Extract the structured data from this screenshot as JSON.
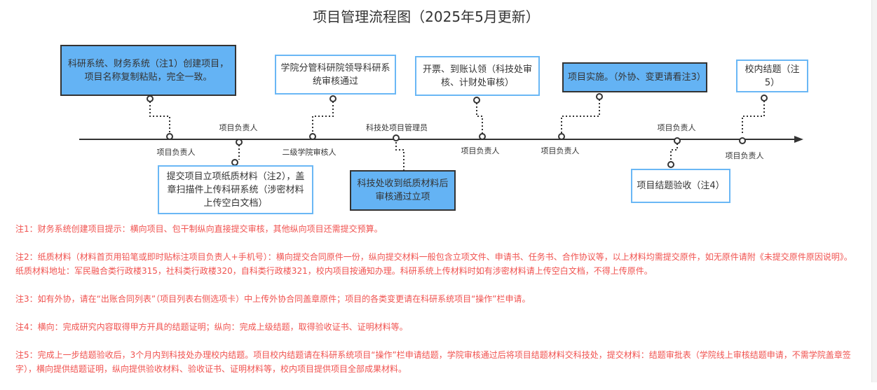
{
  "title": "项目管理流程图（2025年5月更新）",
  "boxes": {
    "create": "科研系统、财务系统（注1）创建项目，项目名称复制粘贴，完全一致。",
    "college": "学院分管科研院领导科研系统审核通过",
    "invoice": "开票、到账认领（科技处审核、计财处审核）",
    "implement": "项目实施。（外协、变更请看注3）",
    "close": "校内结题（注5）",
    "submit": "提交项目立项纸质材料（注2），盖章扫描件上传科研系统（涉密材料上传空白文档）",
    "approve": "科技处收到纸质材料后审核通过立项",
    "accept": "项目结题验收（注4）"
  },
  "roles": [
    "项目负责人",
    "项目负责人",
    "二级学院审核人",
    "科技处项目管理员",
    "项目负责人",
    "项目负责人",
    "项目负责人",
    "项目负责人"
  ],
  "notes": [
    "注1：财务系统创建项目提示：横向项目、包干制纵向直接提交审核，其他纵向项目还需提交预算。",
    "注2：纸质材料（材料首页用铅笔或即时贴标注项目负责人+手机号）：横向提交合同原件一份，纵向提交材料一般包含立项文件、申请书、任务书、合作协议等，以上材料均需提交原件，如无原件请附《未提交原件原因说明》。纸质材料地址：军民融合类行政楼315，社科类行政楼320，自科类行政楼321，校内项目按通知办理。科研系统上传材料时如有涉密材料请上传空白文档，不得上传原件。",
    "注3：如有外协，请在“出账合同列表”（项目列表右侧选项卡）中上传外协合同盖章原件；项目的各类变更请在科研系统项目“操作”栏申请。",
    "注4：横向：完成研究内容取得甲方开具的结题证明；纵向：完成上级结题，取得验收证书、证明材料等。",
    "注5：完成上一步结题验收后，3个月内到科技处办理校内结题。项目校内结题请在科研系统项目“操作”栏申请结题，学院审核通过后将项目结题材料交科技处，提交材料：结题审批表（学院线上审核结题申请，不需学院盖章签字），横向提供结题证明，纵向提供验收材料、验收证书、证明材料等，校内项目提供项目全部成果材料。"
  ],
  "colors": {
    "blue": "#64b3f4",
    "note": "#f0524f"
  }
}
